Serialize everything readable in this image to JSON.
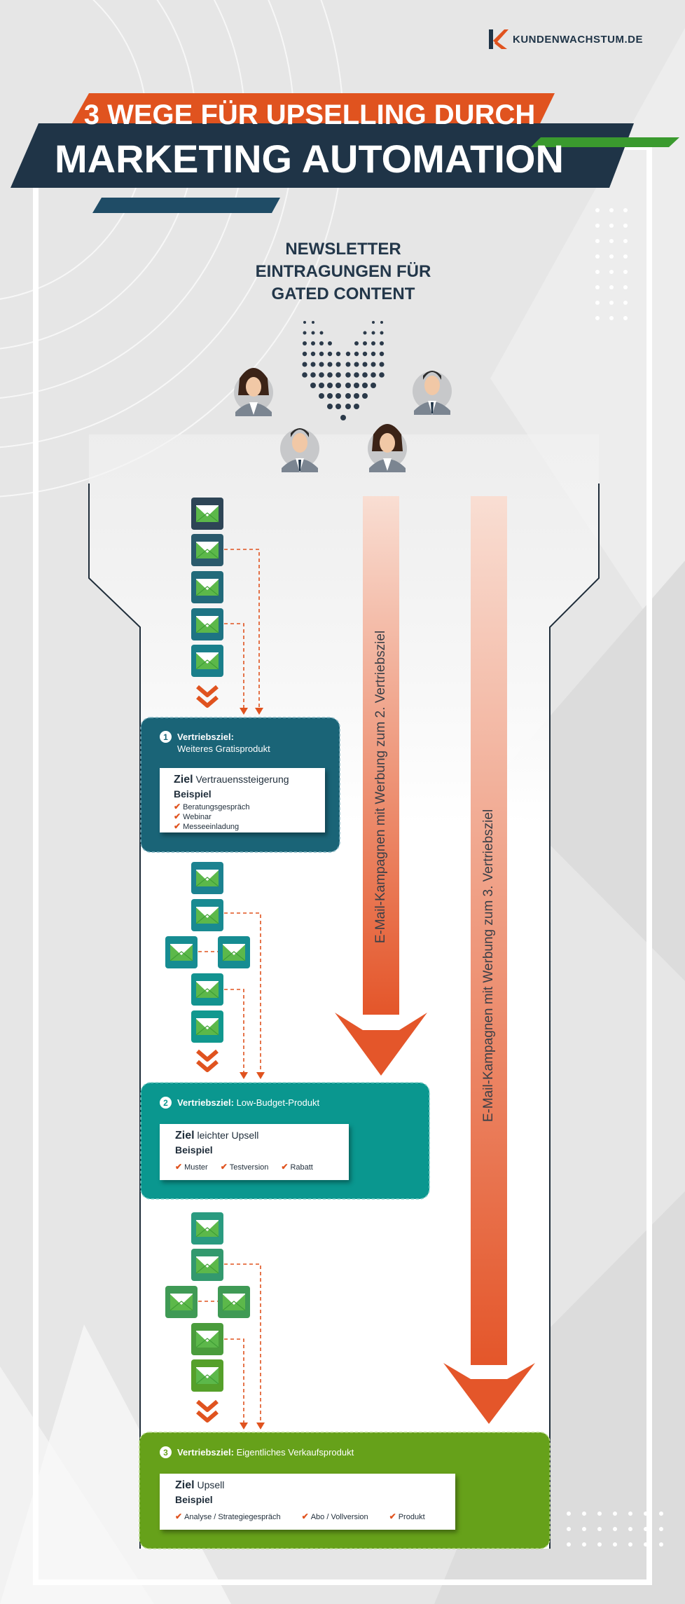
{
  "logo": {
    "text": "KUNDENWACHSTUM.DE"
  },
  "title": {
    "line1": "3 WEGE FÜR UPSELLING DURCH",
    "line2": "MARKETING AUTOMATION"
  },
  "source": {
    "lines": [
      "NEWSLETTER",
      "EINTRAGUNGEN FÜR",
      "GATED CONTENT"
    ]
  },
  "goals": [
    {
      "number": "1",
      "label": "Vertriebsziel:",
      "line2": "Weiteres Gratisprodukt",
      "ziel_label": "Ziel",
      "ziel_value": "Vertrauenssteigerung",
      "beispiel_label": "Beispiel",
      "examples": [
        "Beratungsgespräch",
        "Webinar",
        "Messeeinladung"
      ]
    },
    {
      "number": "2",
      "label": "Vertriebsziel:",
      "value": "Low-Budget-Produkt",
      "ziel_label": "Ziel",
      "ziel_value": "leichter Upsell",
      "beispiel_label": "Beispiel",
      "examples": [
        "Muster",
        "Testversion",
        "Rabatt"
      ]
    },
    {
      "number": "3",
      "label": "Vertriebsziel:",
      "value": "Eigentliches Verkaufsprodukt",
      "ziel_label": "Ziel",
      "ziel_value": "Upsell",
      "beispiel_label": "Beispiel",
      "examples": [
        "Analyse / Strategiegespräch",
        "Abo / Vollversion",
        "Produkt"
      ]
    }
  ],
  "arrows": {
    "goal2": "E-Mail-Kampagnen mit Werbung zum 2. Vertriebsziel",
    "goal3": "E-Mail-Kampagnen mit Werbung zum 3. Vertriebsziel"
  },
  "colors": {
    "navy": "#1f3447",
    "orange": "#e0531f",
    "teal_dark": "#1a6477",
    "teal": "#0a978f",
    "green": "#66a11a",
    "envelope_green": "#5cb84a"
  }
}
